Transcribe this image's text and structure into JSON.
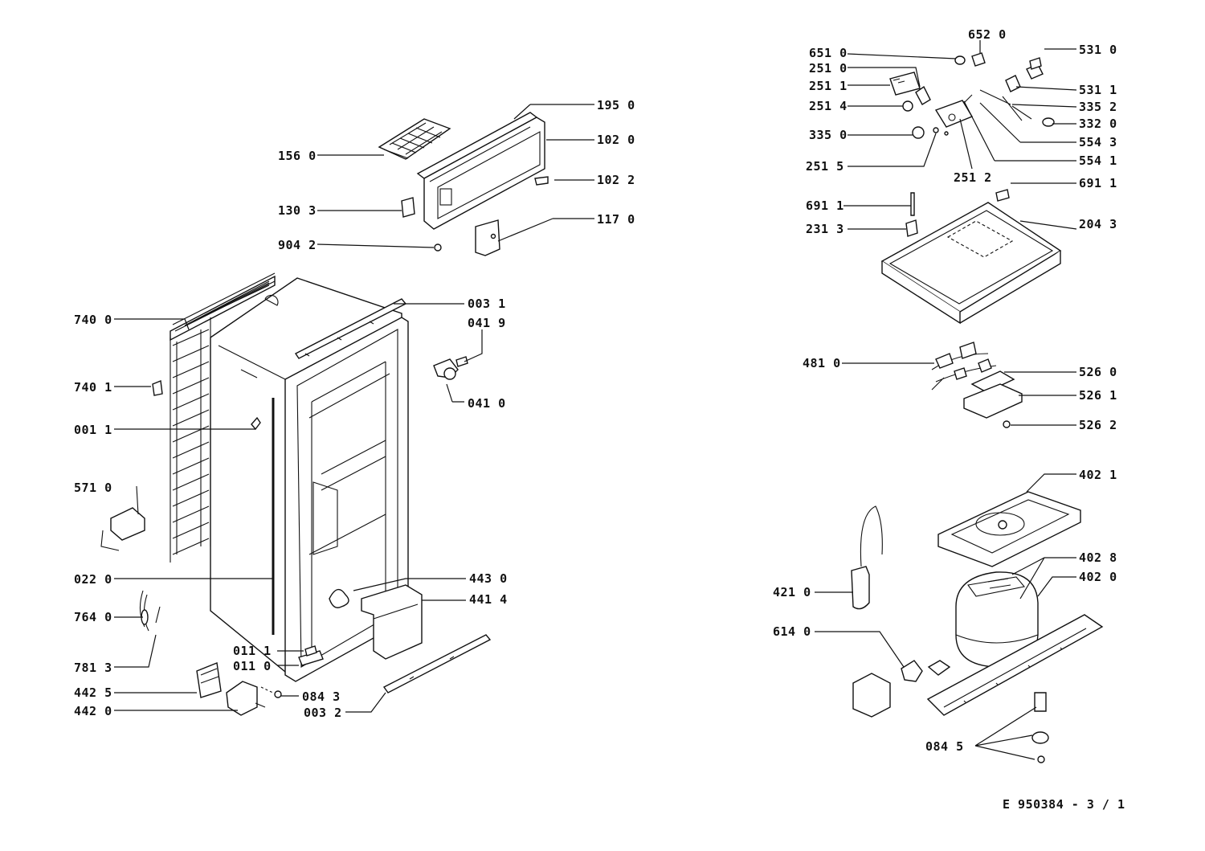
{
  "labels": {
    "l1950": "195 0",
    "l1020": "102 0",
    "l1560": "156 0",
    "l1022": "102 2",
    "l1303": "130 3",
    "l1170": "117 0",
    "l9042": "904 2",
    "l7400": "740 0",
    "l0031": "003 1",
    "l0419": "041 9",
    "l7401": "740 1",
    "l0410": "041 0",
    "l0011": "001 1",
    "l5710": "571 0",
    "l0220": "022 0",
    "l4430": "443 0",
    "l4414": "441 4",
    "l7640": "764 0",
    "l7813": "781 3",
    "l0111": "011 1",
    "l0110": "011 0",
    "l4425": "442 5",
    "l0843": "084 3",
    "l4420": "442 0",
    "l0032": "003 2",
    "l6520": "652 0",
    "l6510": "651 0",
    "l5310": "531 0",
    "l2510": "251 0",
    "l2511": "251 1",
    "l5311": "531 1",
    "l2514": "251 4",
    "l3352": "335 2",
    "l3320": "332 0",
    "l3350": "335 0",
    "l5543": "554 3",
    "l5541": "554 1",
    "l2515": "251 5",
    "l2512": "251 2",
    "l6911a": "691 1",
    "l6911b": "691 1",
    "l2313": "231 3",
    "l2043": "204 3",
    "l4810": "481 0",
    "l5260": "526 0",
    "l5261": "526 1",
    "l5262": "526 2",
    "l4021": "402 1",
    "l4028": "402 8",
    "l4020": "402 0",
    "l4210": "421 0",
    "l6140": "614 0",
    "l0845": "084 5"
  },
  "footer": {
    "code": "E 950384 - 3 / 1"
  }
}
